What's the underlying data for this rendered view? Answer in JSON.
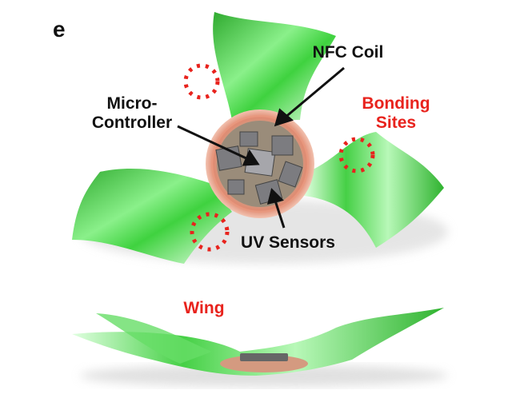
{
  "panel_label": "e",
  "labels": {
    "nfc_coil": "NFC Coil",
    "micro_controller_line1": "Micro-",
    "micro_controller_line2": "Controller",
    "bonding_sites_line1": "Bonding",
    "bonding_sites_line2": "Sites",
    "uv_sensors": "UV Sensors",
    "wing": "Wing"
  },
  "colors": {
    "wing_green": "#3fd23f",
    "coil_copper": "#d9826a",
    "annotation_red": "#e8231d",
    "text_black": "#111111"
  }
}
